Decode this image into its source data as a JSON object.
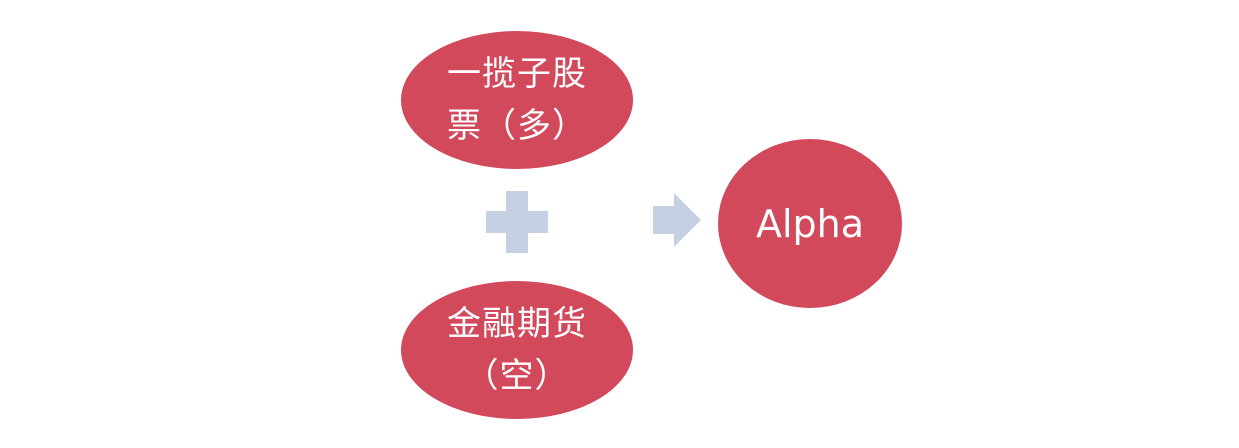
{
  "colors": {
    "node_fill": "#d1495b",
    "operator_fill": "#c5d0e3",
    "text": "#ffffff"
  },
  "nodes": {
    "stocks": {
      "label": "一揽子股票（多）"
    },
    "futures": {
      "label": "金融期货（空）"
    },
    "alpha": {
      "label": "Alpha"
    }
  },
  "operators": {
    "plus": "plus-icon",
    "arrow": "arrow-right-icon"
  }
}
